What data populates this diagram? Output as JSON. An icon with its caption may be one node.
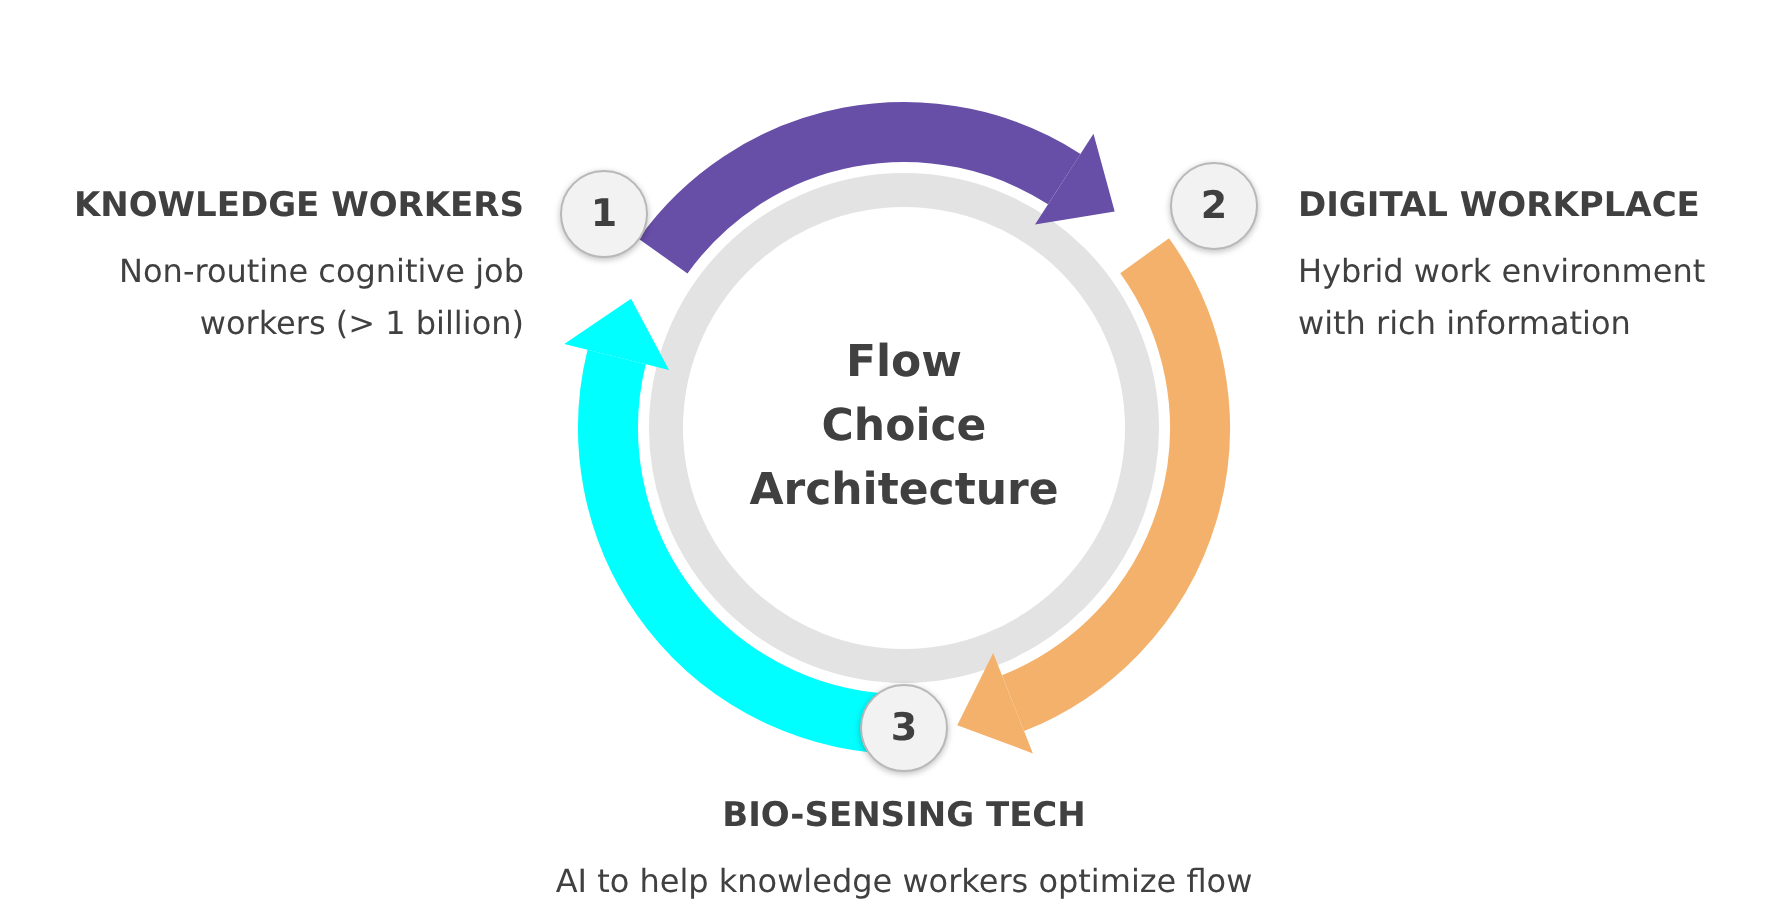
{
  "diagram": {
    "nodes": [
      {
        "text": [
          "Flow Choice Architecture"
        ]
      },
      {
        "text": [
          "1"
        ],
        "beside": [
          "KNOWLEDGE WORKERS",
          "Non-routine cognitive job workers (> 1 billion)"
        ]
      },
      {
        "text": [
          "2"
        ],
        "beside": [
          "DIGITAL WORKPLACE",
          "Hybrid work environment with rich information"
        ]
      },
      {
        "text": [
          "3"
        ],
        "beside": [
          "BIO-SENSING TECH",
          "AI to help knowledge workers optimize flow"
        ]
      }
    ],
    "edges": [
      {
        "from": 1,
        "to": 2,
        "arrow": "to",
        "color": "#674ea7"
      },
      {
        "from": 2,
        "to": 3,
        "arrow": "to",
        "color": "#f4b16b"
      },
      {
        "from": 3,
        "to": 1,
        "arrow": "to",
        "color": "#00ffff"
      }
    ]
  }
}
